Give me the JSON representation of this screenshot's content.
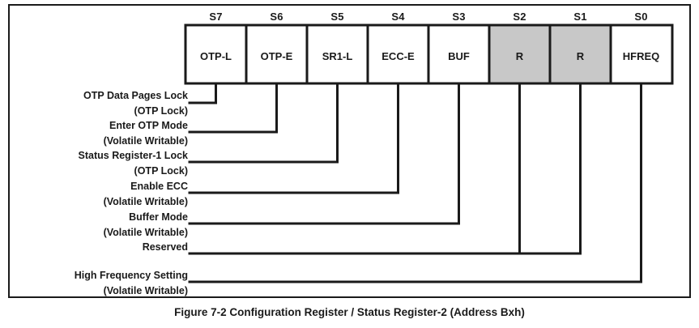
{
  "figure": {
    "caption": "Figure 7-2 Configuration Register / Status Register-2 (Address Bxh)",
    "register_name": "Configuration Register / Status Register-2",
    "address": "Bxh"
  },
  "colors": {
    "line": "#1a1a1a",
    "cell_fill": "#ffffff",
    "reserved_fill": "#c8c8c8",
    "page_background": "#ffffff",
    "text": "#1a1a1a"
  },
  "register": {
    "bit_count": 8,
    "bits": [
      {
        "index_label": "S7",
        "mnemonic": "OTP-L",
        "reserved": false,
        "description": "OTP Data Pages Lock",
        "access": "(OTP Lock)"
      },
      {
        "index_label": "S6",
        "mnemonic": "OTP-E",
        "reserved": false,
        "description": "Enter OTP Mode",
        "access": "(Volatile Writable)"
      },
      {
        "index_label": "S5",
        "mnemonic": "SR1-L",
        "reserved": false,
        "description": "Status Register-1 Lock",
        "access": "(OTP Lock)"
      },
      {
        "index_label": "S4",
        "mnemonic": "ECC-E",
        "reserved": false,
        "description": "Enable ECC",
        "access": "(Volatile Writable)"
      },
      {
        "index_label": "S3",
        "mnemonic": "BUF",
        "reserved": false,
        "description": "Buffer Mode",
        "access": "(Volatile Writable)"
      },
      {
        "index_label": "S2",
        "mnemonic": "R",
        "reserved": true,
        "description": "Reserved",
        "access": ""
      },
      {
        "index_label": "S1",
        "mnemonic": "R",
        "reserved": true,
        "description": "Reserved",
        "access": ""
      },
      {
        "index_label": "S0",
        "mnemonic": "HFREQ",
        "reserved": false,
        "description": "High Frequency Setting",
        "access": "(Volatile Writable)"
      }
    ]
  },
  "callouts": [
    {
      "description": "OTP Data Pages Lock",
      "access": "(OTP Lock)",
      "bits": [
        "S7"
      ]
    },
    {
      "description": "Enter OTP Mode",
      "access": "(Volatile Writable)",
      "bits": [
        "S6"
      ]
    },
    {
      "description": "Status Register-1 Lock",
      "access": "(OTP Lock)",
      "bits": [
        "S5"
      ]
    },
    {
      "description": "Enable ECC",
      "access": "(Volatile Writable)",
      "bits": [
        "S4"
      ]
    },
    {
      "description": "Buffer Mode",
      "access": "(Volatile Writable)",
      "bits": [
        "S3"
      ]
    },
    {
      "description": "Reserved",
      "access": "",
      "bits": [
        "S2",
        "S1"
      ]
    },
    {
      "description": "High Frequency Setting",
      "access": "(Volatile Writable)",
      "bits": [
        "S0"
      ]
    }
  ]
}
